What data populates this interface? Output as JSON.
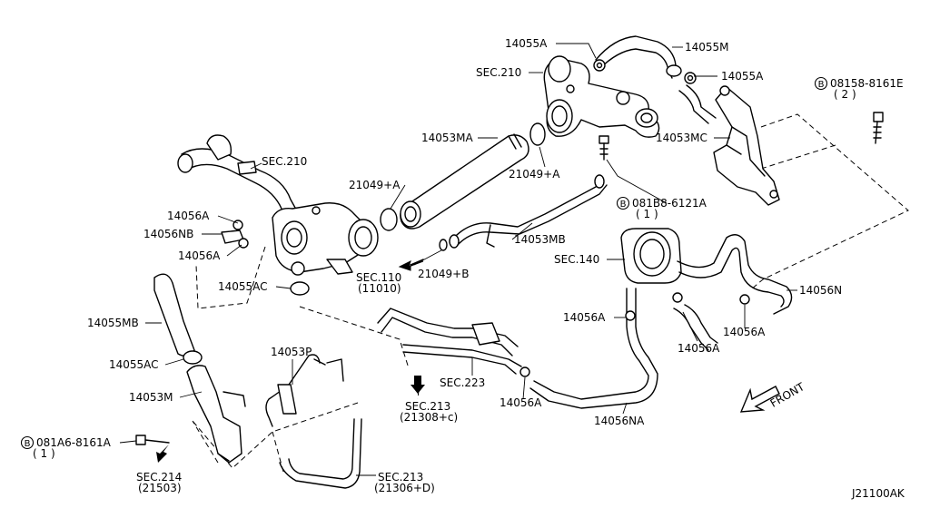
{
  "diagram_code": "J21100AK",
  "front_label": "FRONT",
  "bolt_letter": "B",
  "labels": {
    "p14055A_top": "14055A",
    "p14055M": "14055M",
    "sec210_top": "SEC.210",
    "p14055A_right": "14055A",
    "bolt_08158": "08158-8161E",
    "bolt_08158_qty": "( 2 )",
    "p14053MA": "14053MA",
    "p14053MC": "14053MC",
    "sec210_left": "SEC.210",
    "p21049A_right": "21049+A",
    "p21049A_left": "21049+A",
    "bolt_081B8": "081B8-6121A",
    "bolt_081B8_qty": "( 1 )",
    "p14056A_a": "14056A",
    "p14056NB": "14056NB",
    "p14056A_b": "14056A",
    "p14053MB": "14053MB",
    "sec140": "SEC.140",
    "sec110": "SEC.110",
    "sec110_sub": "(11010)",
    "p21049B": "21049+B",
    "p14055AC_a": "14055AC",
    "p14056N": "14056N",
    "p14055MB": "14055MB",
    "p14056A_c": "14056A",
    "p14056A_d": "14056A",
    "p14056A_e": "14056A",
    "p14053P": "14053P",
    "p14055AC_b": "14055AC",
    "sec223": "SEC.223",
    "p14053M": "14053M",
    "p14056A_f": "14056A",
    "sec213_a": "SEC.213",
    "sec213_a_sub": "(21308+c)",
    "p14056NA": "14056NA",
    "bolt_081A6": "081A6-8161A",
    "bolt_081A6_qty": "( 1 )",
    "sec214": "SEC.214",
    "sec214_sub": "(21503)",
    "sec213_b": "SEC.213",
    "sec213_b_sub": "(21306+D)"
  }
}
